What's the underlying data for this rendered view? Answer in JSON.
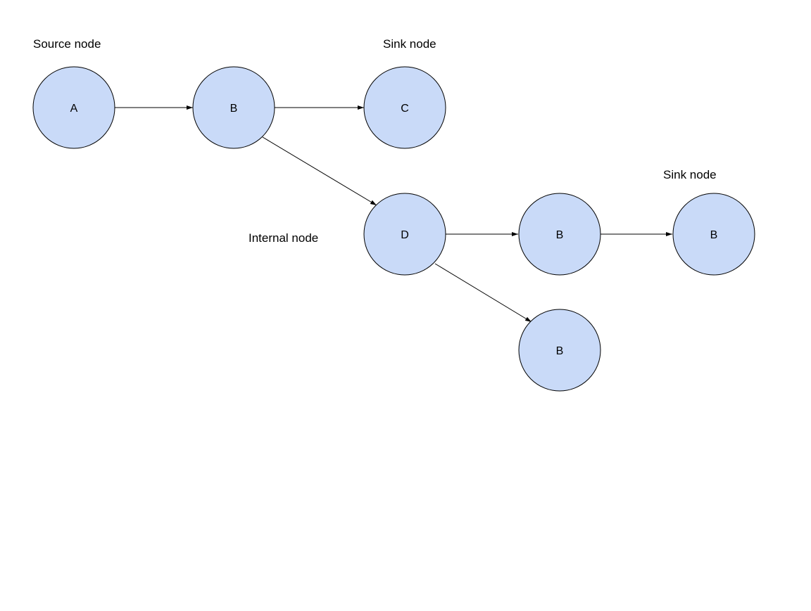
{
  "diagram": {
    "nodes": [
      {
        "id": "n1",
        "label": "A"
      },
      {
        "id": "n2",
        "label": "B"
      },
      {
        "id": "n3",
        "label": "C"
      },
      {
        "id": "n4",
        "label": "D"
      },
      {
        "id": "n5",
        "label": "B"
      },
      {
        "id": "n6",
        "label": "B"
      },
      {
        "id": "n7",
        "label": "B"
      }
    ],
    "edges": [
      {
        "from": "n1",
        "to": "n2"
      },
      {
        "from": "n2",
        "to": "n3"
      },
      {
        "from": "n2",
        "to": "n4"
      },
      {
        "from": "n4",
        "to": "n5"
      },
      {
        "from": "n5",
        "to": "n6"
      },
      {
        "from": "n4",
        "to": "n7"
      }
    ],
    "annotations": [
      {
        "text": "Source node"
      },
      {
        "text": "Sink node"
      },
      {
        "text": "Internal node"
      },
      {
        "text": "Sink node"
      }
    ],
    "colors": {
      "node_fill": "#c9daf8",
      "stroke": "#000000",
      "background": "#ffffff"
    }
  }
}
